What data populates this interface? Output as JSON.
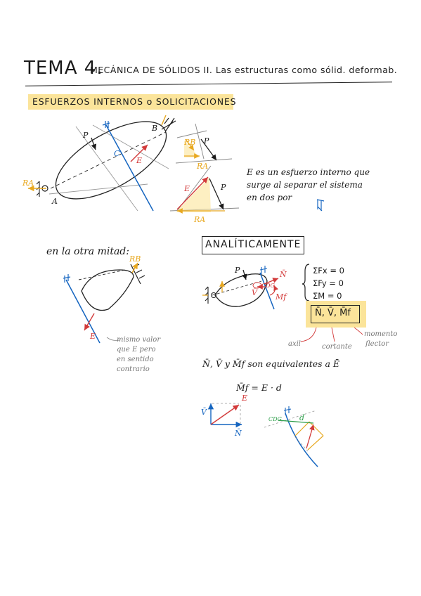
{
  "header": {
    "tema": "TEMA 4.",
    "rest": "MECÁNICA DE SÓLIDOS II. Las estructuras como sólid. deformab."
  },
  "section": "ESFUERZOS INTERNOS o SOLICITACIONES",
  "diagram_labels": {
    "p": "P",
    "b": "B",
    "c": "C",
    "e": "E",
    "ra": "RA",
    "a": "A",
    "rb": "RB"
  },
  "definition": [
    "E es un esfuerzo interno que",
    "surge al separar el sistema",
    "en dos por"
  ],
  "other_half": "en la otra mitad:",
  "same_value": [
    "mismo valor",
    "que E pero",
    "en sentido",
    "contrario"
  ],
  "analytic_title": "ANALÍTICAMENTE",
  "equations": [
    "ΣFx = 0",
    "ΣFy = 0",
    "ΣM = 0"
  ],
  "nvm": "N̄, V̄, M̄f",
  "callouts": {
    "axil": "axil",
    "cortante": "cortante",
    "momento": [
      "momento",
      "flector"
    ]
  },
  "equivalence": "N̄, V̄ y M̄f son equivalentes a Ē",
  "moment_formula": "M̄f = E · d",
  "vec_labels": {
    "n": "N̄",
    "v": "V̄",
    "e": "E",
    "cdg": "CDG",
    "d": "d",
    "mf": "Mf"
  },
  "colors": {
    "ink": "#1a1a1a",
    "highlight": "#fbe49a",
    "red": "#d23a3a",
    "blue": "#1565c0",
    "green": "#2e9e4a",
    "orange": "#e8a820"
  }
}
